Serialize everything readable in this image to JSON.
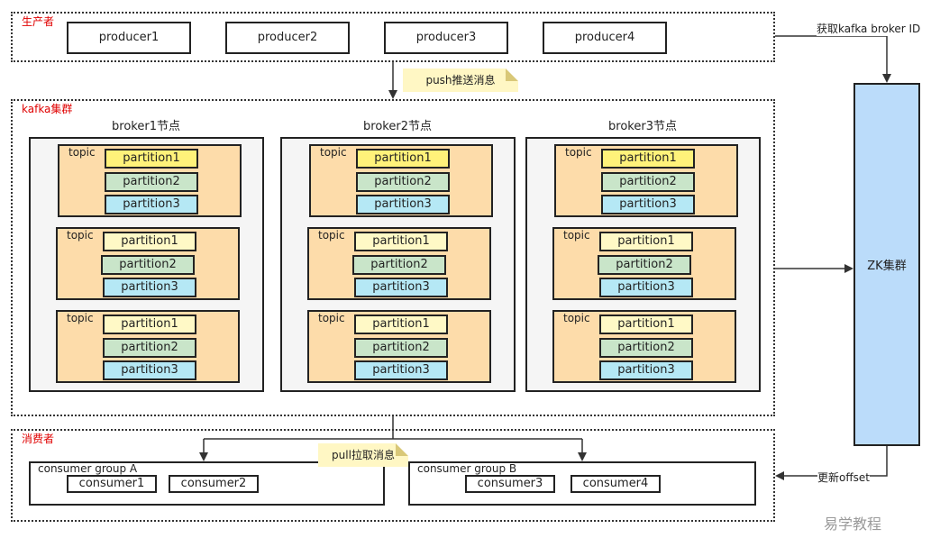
{
  "producers": {
    "label": "生产者",
    "items": [
      "producer1",
      "producer2",
      "producer3",
      "producer4"
    ]
  },
  "push_note": "push推送消息",
  "kafka": {
    "label": "kafka集群",
    "topic_label": "topic",
    "brokers": [
      {
        "title": "broker1节点",
        "topics": [
          [
            "partition1",
            "partition2",
            "partition3"
          ],
          [
            "partition1",
            "partition2",
            "partition3"
          ],
          [
            "partition1",
            "partition2",
            "partition3"
          ]
        ]
      },
      {
        "title": "broker2节点",
        "topics": [
          [
            "partition1",
            "partition2",
            "partition3"
          ],
          [
            "partition1",
            "partition2",
            "partition3"
          ],
          [
            "partition1",
            "partition2",
            "partition3"
          ]
        ]
      },
      {
        "title": "broker3节点",
        "topics": [
          [
            "partition1",
            "partition2",
            "partition3"
          ],
          [
            "partition1",
            "partition2",
            "partition3"
          ],
          [
            "partition1",
            "partition2",
            "partition3"
          ]
        ]
      }
    ]
  },
  "zk": {
    "label": "ZK集群"
  },
  "get_broker_label": "获取kafka broker ID",
  "update_offset_label": "更新offset",
  "pull_note": "pull拉取消息",
  "consumers": {
    "label": "消费者",
    "groups": [
      {
        "name": "consumer group A",
        "items": [
          "consumer1",
          "consumer2"
        ]
      },
      {
        "name": "consumer group B",
        "items": [
          "consumer3",
          "consumer4"
        ]
      }
    ]
  },
  "watermark": "易学教程",
  "colors": {
    "group_label": "#e00000",
    "topic_fill": "#fddcaa",
    "partition1_strong": "#fff27a",
    "partition1_light": "#fff9c6",
    "partition2": "#c9e5c9",
    "partition3": "#b5e8f5",
    "zk_fill": "#bbdcfa",
    "note_fill": "#fff7c4"
  }
}
